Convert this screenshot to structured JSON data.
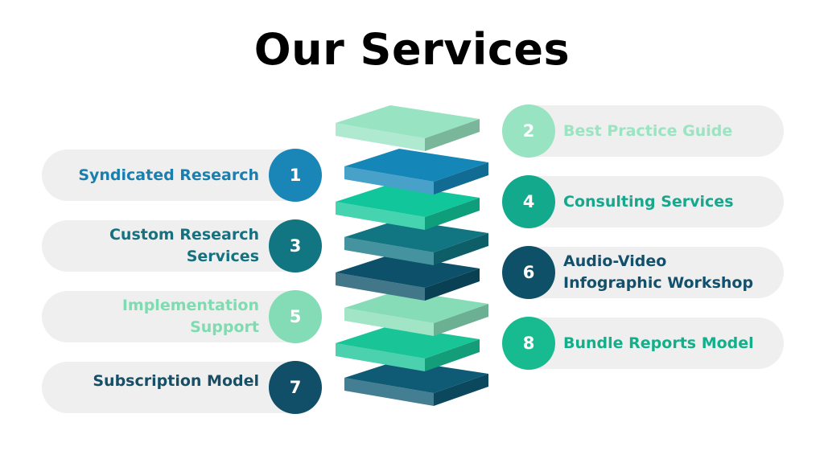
{
  "title": "Our Services",
  "left_items": [
    {
      "number": "1",
      "lines": [
        "Syndicated Research"
      ],
      "text_color": "#1a7fae",
      "circle_color": "#1a86b8"
    },
    {
      "number": "3",
      "lines": [
        "Custom Research",
        "Services"
      ],
      "text_color": "#15717f",
      "circle_color": "#117582"
    },
    {
      "number": "5",
      "lines": [
        "Implementation",
        "Support"
      ],
      "text_color": "#7fdbb0",
      "circle_color": "#84dcb6"
    },
    {
      "number": "7",
      "lines": [
        "Subscription Model"
      ],
      "text_color": "#164f66",
      "circle_color": "#114f69"
    }
  ],
  "right_items": [
    {
      "number": "2",
      "lines": [
        "Best Practice Guide"
      ],
      "text_color": "#9ae4c2",
      "circle_color": "#98e3c1"
    },
    {
      "number": "4",
      "lines": [
        "Consulting Services"
      ],
      "text_color": "#16a78c",
      "circle_color": "#12a98c"
    },
    {
      "number": "6",
      "lines": [
        "Audio-Video",
        "Infographic Workshop"
      ],
      "text_color": "#13506b",
      "circle_color": "#0f5069"
    },
    {
      "number": "8",
      "lines": [
        "Bundle Reports Model"
      ],
      "text_color": "#12b08a",
      "circle_color": "#17bb8f"
    }
  ],
  "stack_colors": [
    "#98e3c1",
    "#1586b8",
    "#11c69a",
    "#117582",
    "#0d5069",
    "#86dcb6",
    "#19c497",
    "#0f5a74"
  ]
}
